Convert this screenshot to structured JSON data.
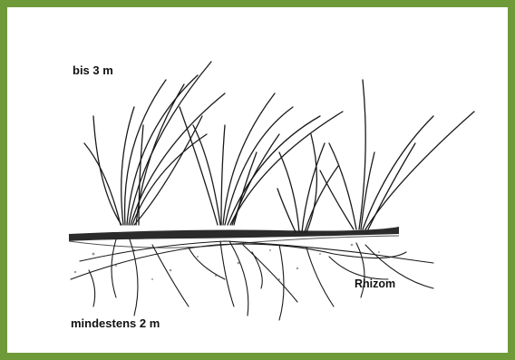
{
  "labels": {
    "height": "bis 3 m",
    "depth": "mindestens 2 m",
    "rhizome": "Rhizom"
  },
  "colors": {
    "frame": "#6f9a3a",
    "ink": "#1a1a1a",
    "soil_line": "#2b2b2b",
    "soil_dots": "#9a9a9a"
  }
}
